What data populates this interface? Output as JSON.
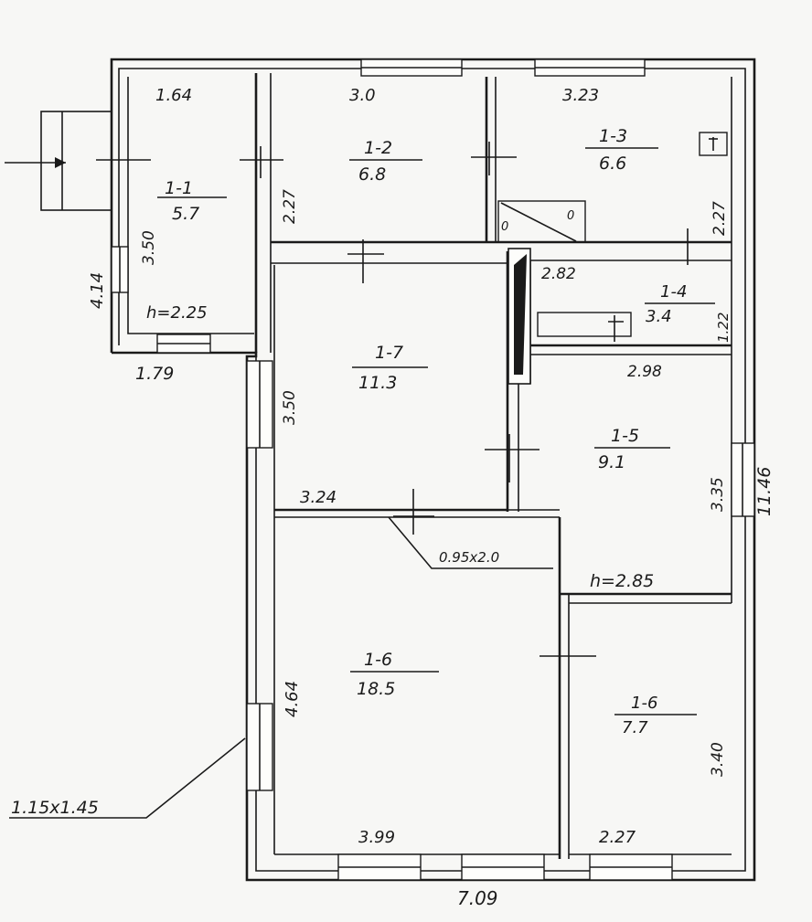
{
  "plan": {
    "rooms": {
      "r1": {
        "number": "1-1",
        "area": "5.7",
        "width": "1.64",
        "depth": "3.50",
        "height": "h=2.25",
        "bottom": "1.79"
      },
      "r2": {
        "number": "1-2",
        "area": "6.8",
        "width": "3.0",
        "depth": "2.27"
      },
      "r3": {
        "number": "1-3",
        "area": "6.6",
        "width": "3.23",
        "depth": "2.27"
      },
      "r4": {
        "number": "1-4",
        "area": "3.4",
        "width": "2.82",
        "depth": "1.22"
      },
      "r5": {
        "number": "1-7",
        "area": "11.3",
        "depth": "3.50",
        "bottom": "3.24"
      },
      "r6": {
        "number": "1-5",
        "area": "9.1",
        "width": "2.98",
        "depth": "3.35",
        "height": "h=2.85"
      },
      "r7": {
        "number": "1-6",
        "area": "18.5",
        "depth": "4.64",
        "bottom": "3.99"
      },
      "r8": {
        "number": "1-6",
        "area": "7.7",
        "depth": "3.40",
        "bottom": "2.27"
      }
    },
    "door_size": "0.95x2.0",
    "window_size": "1.15x1.45",
    "left_dim": "4.14",
    "right_dim": "11.46",
    "overall_width": "7.09",
    "stair_marks": [
      "0",
      "0"
    ]
  }
}
